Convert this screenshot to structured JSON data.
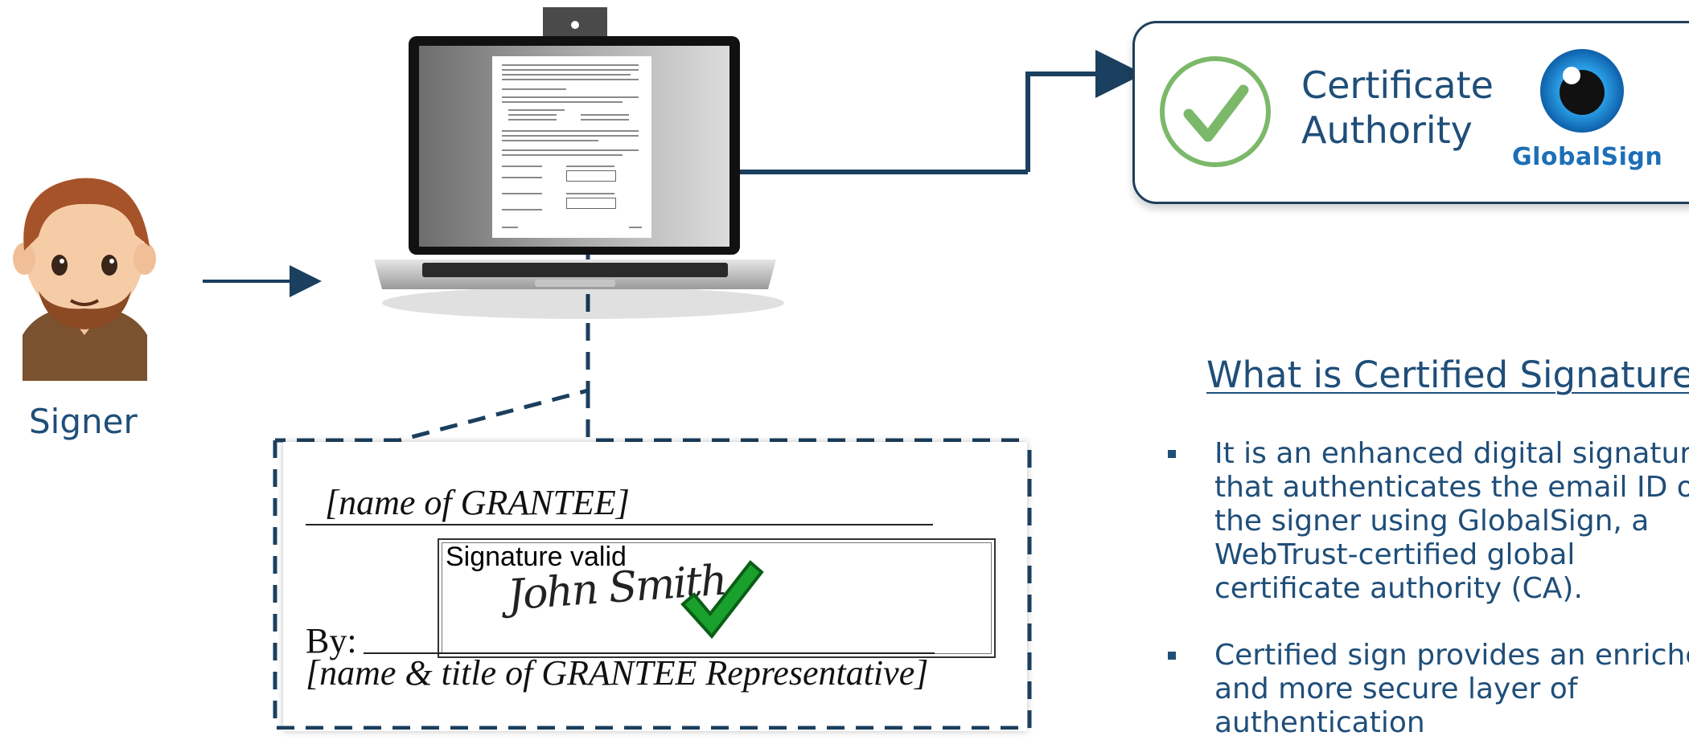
{
  "signer": {
    "label": "Signer",
    "avatar_icon": "signer-avatar-icon"
  },
  "certificate_authority": {
    "label_line1": "Certificate",
    "label_line2": "Authority",
    "check_icon": "check-circle-icon",
    "logo_text": "GlobalSign",
    "logo_icon": "globalsign-eye-icon"
  },
  "laptop": {
    "icon": "laptop-icon"
  },
  "signature_preview": {
    "grantee_name": "[name of GRANTEE]",
    "signature_status": "Signature valid",
    "signature_name": "John Smith",
    "by_label": "By:",
    "representative": "[name & title of GRANTEE Representative]",
    "valid_icon": "green-check-icon"
  },
  "info": {
    "heading": "What is Certified Signature?",
    "bullets": [
      "It is an enhanced digital signature that authenticates the email ID of the signer using GlobalSign, a WebTrust-certified global certificate authority (CA).",
      "Certified sign provides an enriched and more secure layer of authentication"
    ]
  },
  "colors": {
    "arrow": "#1f4e79",
    "text": "#1f4e79",
    "check_green": "#7cb86a",
    "logo_blue": "#1c6fb7"
  }
}
